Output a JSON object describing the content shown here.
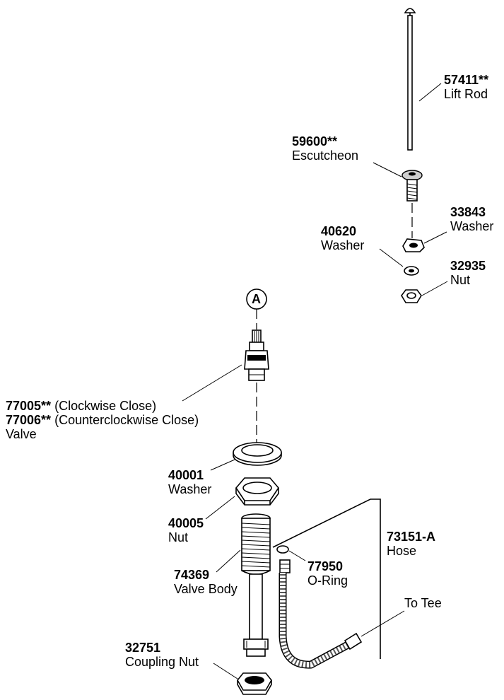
{
  "callouts": {
    "lift_rod": {
      "number": "57411**",
      "name": "Lift Rod"
    },
    "escutcheon": {
      "number": "59600**",
      "name": "Escutcheon"
    },
    "washer_33843": {
      "number": "33843",
      "name": "Washer"
    },
    "washer_40620": {
      "number": "40620",
      "name": "Washer"
    },
    "nut_32935": {
      "number": "32935",
      "name": "Nut"
    },
    "valve": {
      "number_1": "77005**",
      "desc_1": "(Clockwise Close)",
      "number_2": "77006**",
      "desc_2": "(Counterclockwise Close)",
      "name": "Valve"
    },
    "washer_40001": {
      "number": "40001",
      "name": "Washer"
    },
    "nut_40005": {
      "number": "40005",
      "name": "Nut"
    },
    "valve_body": {
      "number": "74369",
      "name": "Valve Body"
    },
    "hose": {
      "number": "73151-A",
      "name": "Hose"
    },
    "o_ring": {
      "number": "77950",
      "name": "O-Ring"
    },
    "to_tee": {
      "name": "To Tee"
    },
    "coupling_nut": {
      "number": "32751",
      "name": "Coupling Nut"
    }
  },
  "reference_marker": {
    "letter": "A"
  }
}
